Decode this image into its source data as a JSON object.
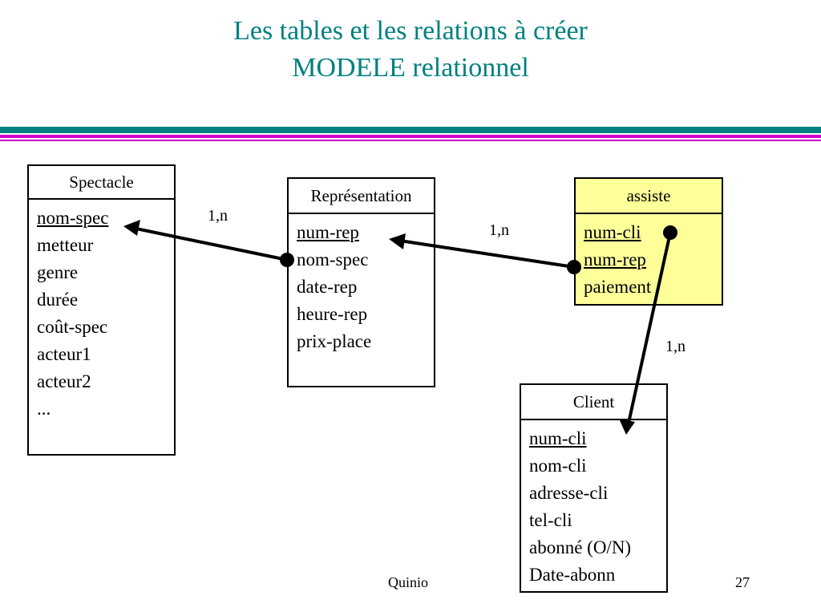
{
  "title": {
    "line1": "Les tables et les relations à créer",
    "line2": "MODELE relationnel"
  },
  "colors": {
    "title": "#008080",
    "band_teal": "#008080",
    "band_magenta": "#cc00cc",
    "assoc_fill": "#ffff99"
  },
  "tables": {
    "spectacle": {
      "name": "Spectacle",
      "fields": [
        "nom-spec",
        "metteur",
        "genre",
        "durée",
        "coût-spec",
        "acteur1",
        "acteur2",
        "..."
      ]
    },
    "representation": {
      "name": "Représentation",
      "fields": [
        "num-rep",
        "nom-spec",
        "date-rep",
        "heure-rep",
        "prix-place"
      ]
    },
    "assiste": {
      "name": "assiste",
      "fields": [
        "num-cli",
        "num-rep",
        "paiement"
      ]
    },
    "client": {
      "name": "Client",
      "fields": [
        "num-cli",
        "nom-cli",
        "adresse-cli",
        "tel-cli",
        "abonné (O/N)",
        "Date-abonn"
      ]
    }
  },
  "relations": [
    {
      "from": "Représentation.nom-spec",
      "to": "Spectacle.nom-spec",
      "cardinality": "1,n"
    },
    {
      "from": "assiste.num-rep",
      "to": "Représentation.num-rep",
      "cardinality": "1,n"
    },
    {
      "from": "assiste.num-cli",
      "to": "Client.num-cli",
      "cardinality": "1,n"
    }
  ],
  "footer": {
    "author": "Quinio",
    "page": "27"
  }
}
